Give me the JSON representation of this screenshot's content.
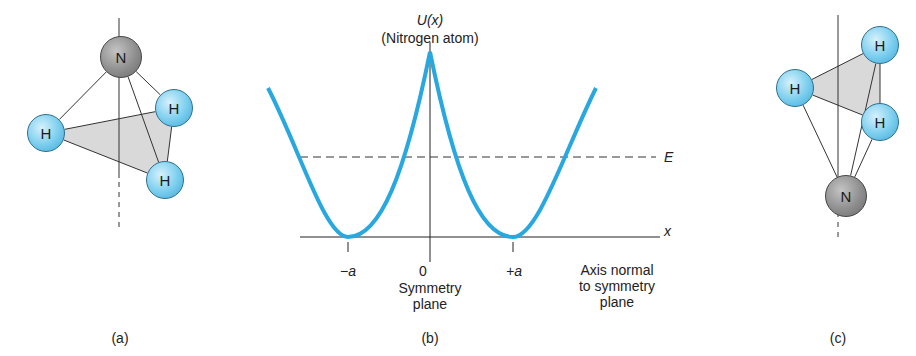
{
  "diagram": {
    "nodes": [
      {
        "text": [
          "N"
        ]
      },
      {
        "text": [
          "H"
        ]
      },
      {
        "text": [
          "H"
        ]
      },
      {
        "text": [
          "H"
        ]
      },
      {
        "text": [
          "H"
        ]
      },
      {
        "text": [
          "H"
        ]
      },
      {
        "text": [
          "H"
        ]
      },
      {
        "text": [
          "N"
        ]
      }
    ],
    "edges": [
      {
        "from": 0,
        "to": 1,
        "arrow": "none"
      },
      {
        "from": 0,
        "to": 2,
        "arrow": "none"
      },
      {
        "from": 0,
        "to": 3,
        "arrow": "none"
      },
      {
        "from": 1,
        "to": 2,
        "arrow": "none"
      },
      {
        "from": 2,
        "to": 3,
        "arrow": "none"
      },
      {
        "from": 1,
        "to": 3,
        "arrow": "none"
      },
      {
        "from": 7,
        "to": 4,
        "arrow": "none"
      },
      {
        "from": 7,
        "to": 5,
        "arrow": "none"
      },
      {
        "from": 7,
        "to": 6,
        "arrow": "none"
      },
      {
        "from": 4,
        "to": 5,
        "arrow": "none"
      },
      {
        "from": 5,
        "to": 6,
        "arrow": "none"
      },
      {
        "from": 4,
        "to": 6,
        "arrow": "none"
      }
    ],
    "labels": [
      "U(x)",
      "(Nitrogen atom)",
      "E",
      "x",
      "−a",
      "0",
      "+a",
      "Axis normal to symmetry plane",
      "Symmetry plane",
      "(a)",
      "(b)",
      "(c)"
    ]
  }
}
